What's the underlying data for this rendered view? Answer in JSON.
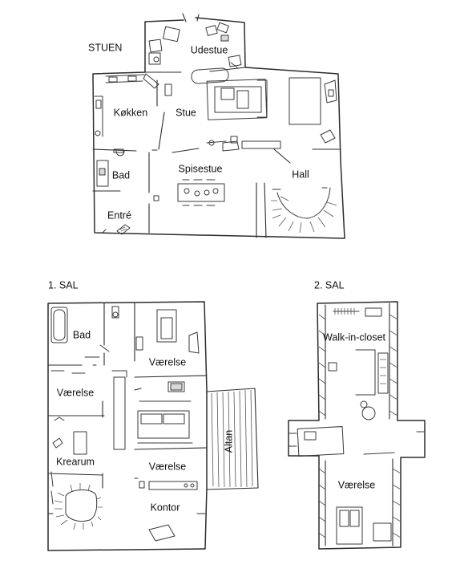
{
  "floors": {
    "ground": {
      "heading": "STUEN",
      "rooms": {
        "udestue": "Udestue",
        "kokken": "Køkken",
        "stue": "Stue",
        "bad": "Bad",
        "spisestue": "Spisestue",
        "hall": "Hall",
        "entre": "Entré"
      }
    },
    "first": {
      "heading": "1. SAL",
      "rooms": {
        "bad": "Bad",
        "vaerelse_top": "Værelse",
        "vaerelse_left": "Værelse",
        "krearum": "Krearum",
        "vaerelse_mid": "Værelse",
        "altan": "Altan",
        "kontor": "Kontor"
      }
    },
    "second": {
      "heading": "2. SAL",
      "rooms": {
        "walkin": "Walk-in-closet",
        "vaerelse": "Værelse"
      }
    }
  }
}
